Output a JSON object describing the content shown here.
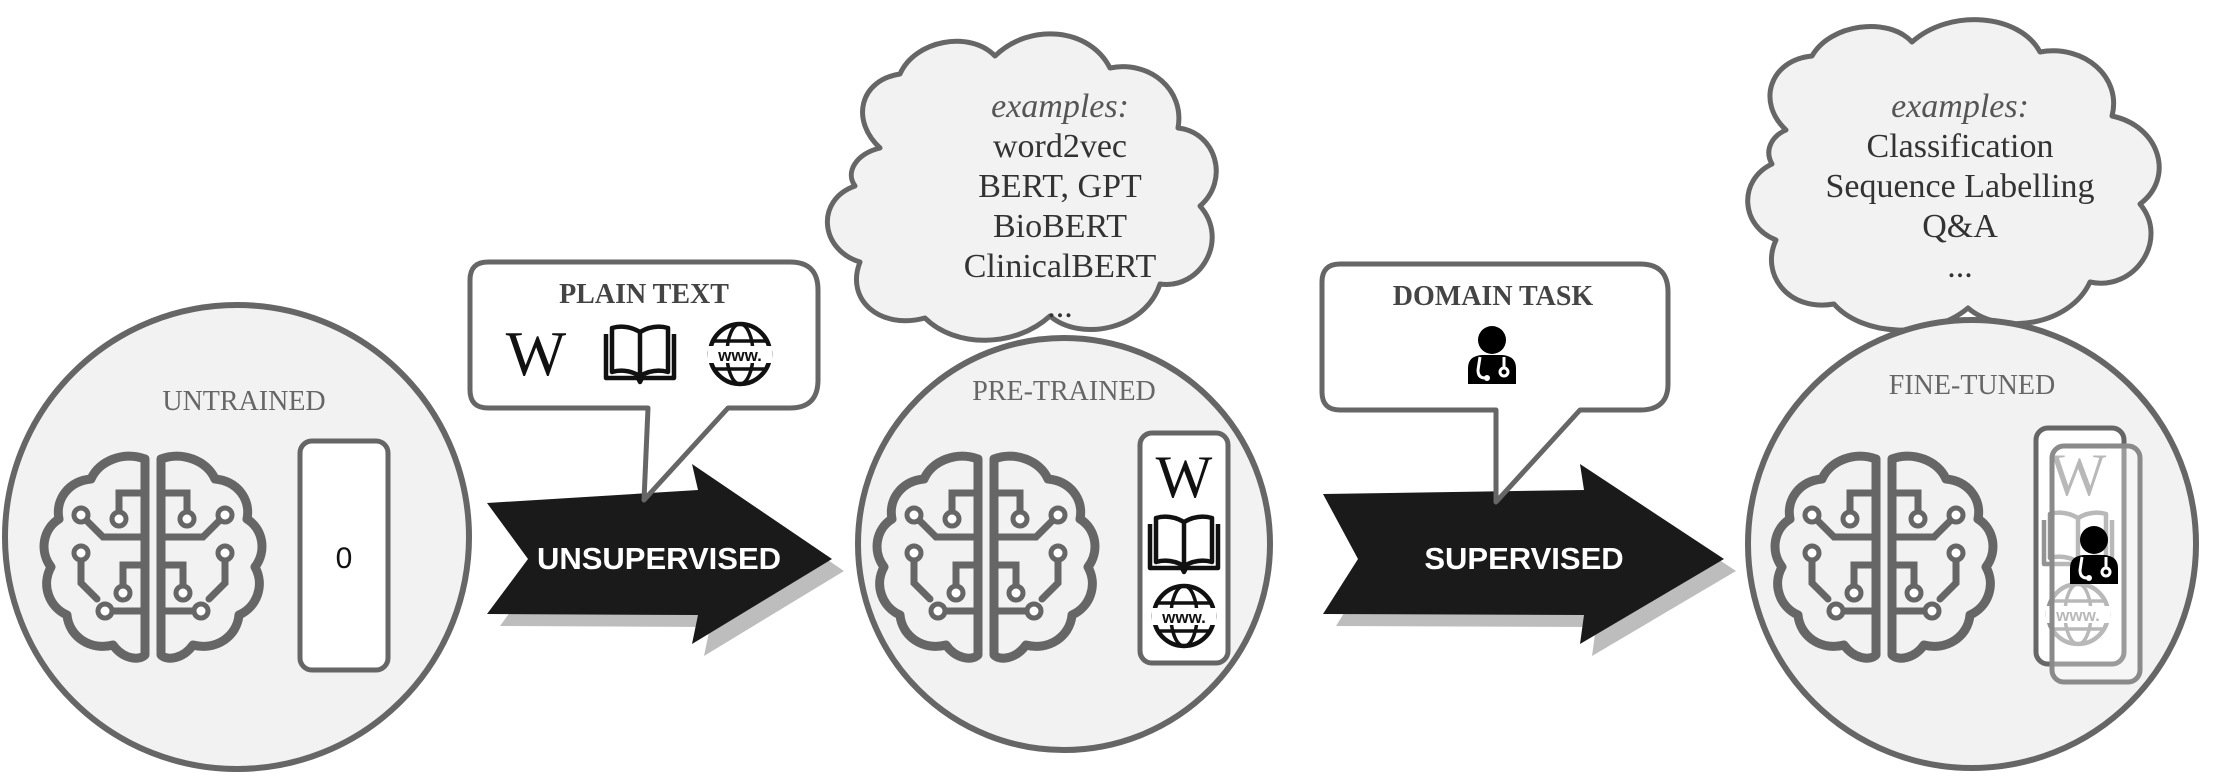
{
  "stages": {
    "untrained": {
      "label": "UNTRAINED",
      "weights_value": "0"
    },
    "pretrained": {
      "label": "PRE-TRAINED"
    },
    "finetuned": {
      "label": "FINE-TUNED"
    }
  },
  "arrows": {
    "unsupervised": {
      "label": "UNSUPERVISED"
    },
    "supervised": {
      "label": "SUPERVISED"
    }
  },
  "bubbles": {
    "plain_text": {
      "title": "PLAIN TEXT",
      "icons": [
        "wikipedia-icon",
        "open-book-icon",
        "www-globe-icon"
      ]
    },
    "domain_task": {
      "title": "DOMAIN TASK",
      "icons": [
        "doctor-icon"
      ]
    }
  },
  "clouds": {
    "pretrained_examples": {
      "heading": "examples:",
      "items": [
        "word2vec",
        "BERT, GPT",
        "BioBERT",
        "ClinicalBERT",
        "..."
      ]
    },
    "finetuned_examples": {
      "heading": "examples:",
      "items": [
        "Classification",
        "Sequence Labelling",
        "Q&A",
        "..."
      ]
    }
  },
  "icon_glyphs": {
    "wikipedia": "W"
  },
  "colors": {
    "outline": "#666666",
    "stage_fill": "#f2f2f2",
    "arrow_fill": "#1a1a1a",
    "arrow_shadow": "#bdbdbd",
    "text": "#333333"
  }
}
